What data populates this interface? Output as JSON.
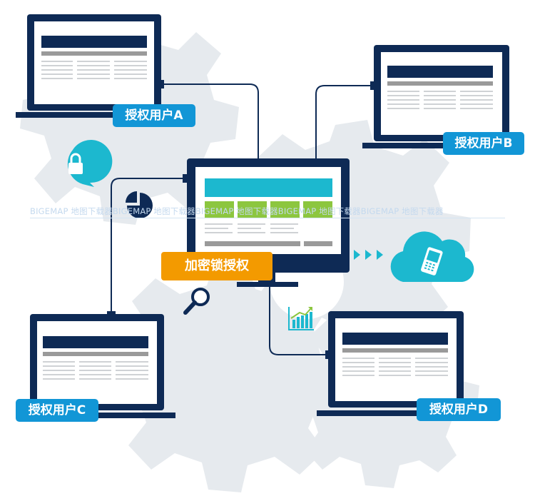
{
  "labels": {
    "user_a": "授权用户A",
    "user_b": "授权用户B",
    "user_c": "授权用户C",
    "user_d": "授权用户D",
    "center": "加密锁授权"
  },
  "watermark": "BIGEMAP 地图下载器BIGEMAP 地图下载器BIGEMAP 地图下载器BIGEMAP 地图下载器BIGEMAP 地图下载器",
  "colors": {
    "navy": "#0e2a55",
    "accent_blue": "#1296d6",
    "cyan": "#1cb8cf",
    "green": "#8cc63f",
    "orange": "#f39a00",
    "gear_gray": "#e6eaee",
    "line_gray": "#c9cdd1"
  },
  "icons": [
    "lock-bubble-icon",
    "pie-chart-icon",
    "magnifier-icon",
    "growth-chart-icon",
    "cloud-phone-icon",
    "arrow-chevrons-icon"
  ]
}
